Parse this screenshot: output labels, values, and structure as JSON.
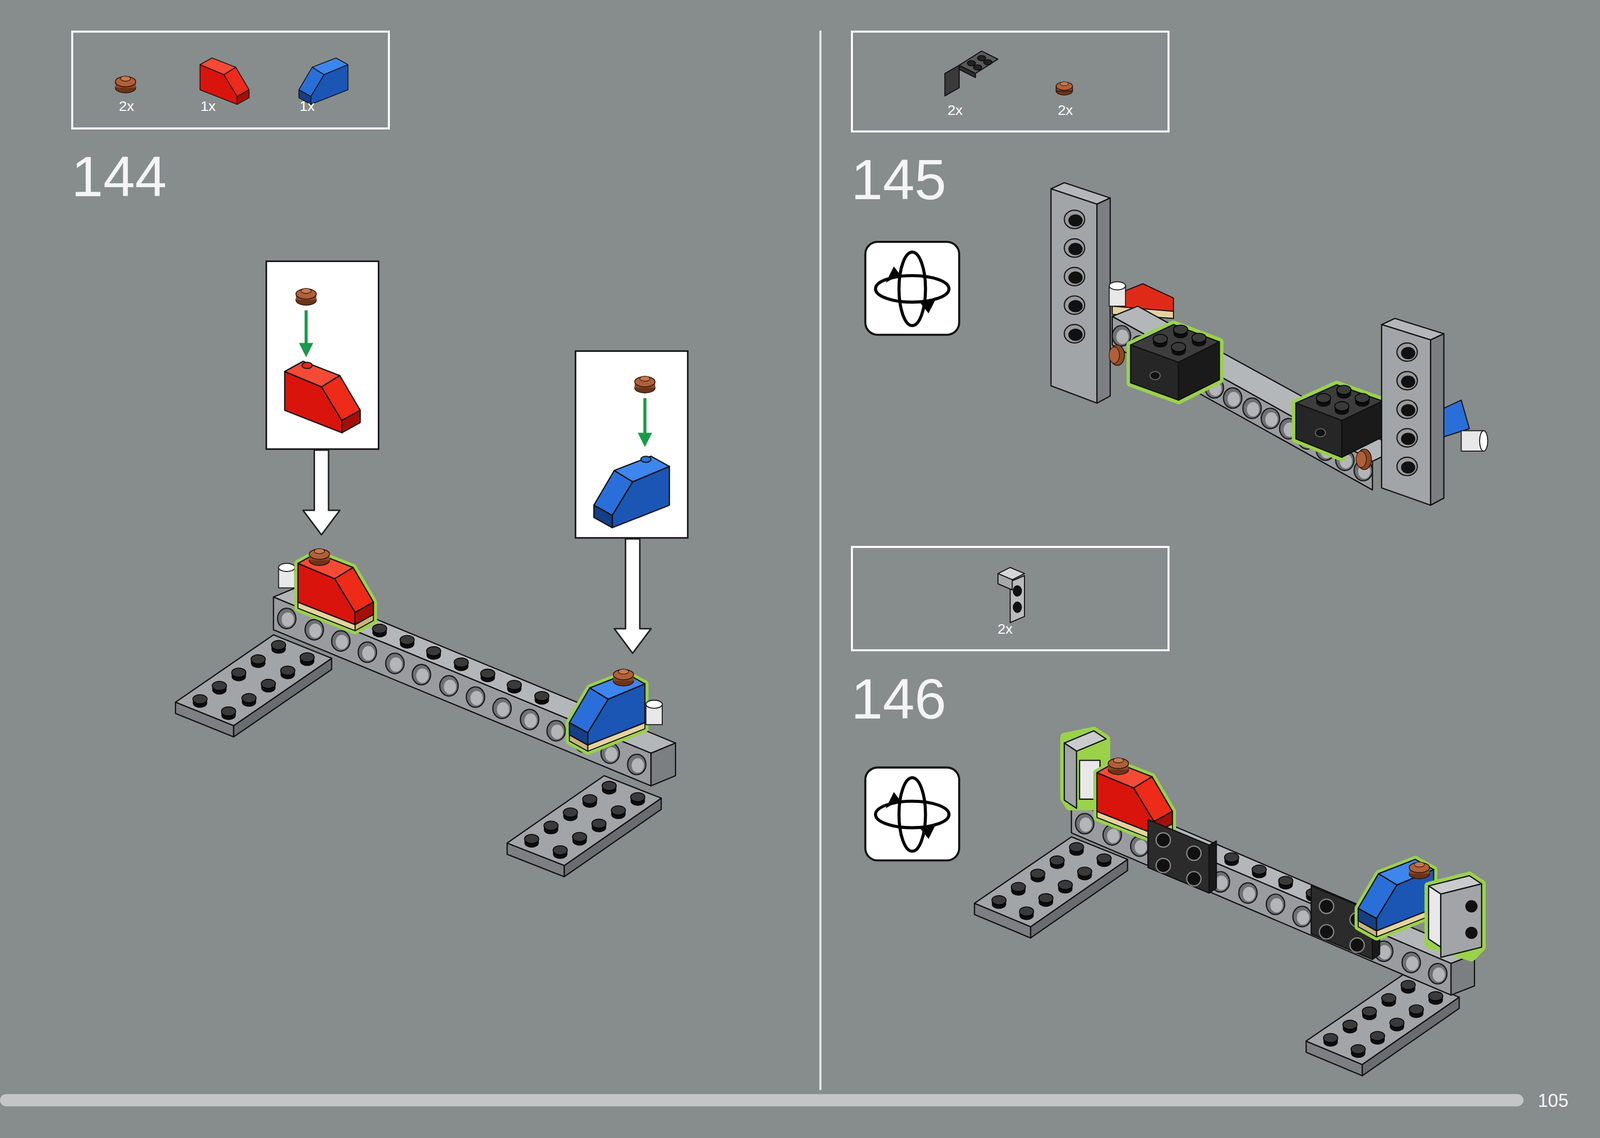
{
  "diagram": {
    "nodes": [
      {
        "text": [
          "2x",
          "1x",
          "1x"
        ]
      },
      {
        "text": [
          "2x",
          "2x"
        ]
      },
      {
        "text": [
          "2x"
        ]
      }
    ],
    "labels": [
      "144",
      "145",
      "146",
      "105"
    ]
  }
}
